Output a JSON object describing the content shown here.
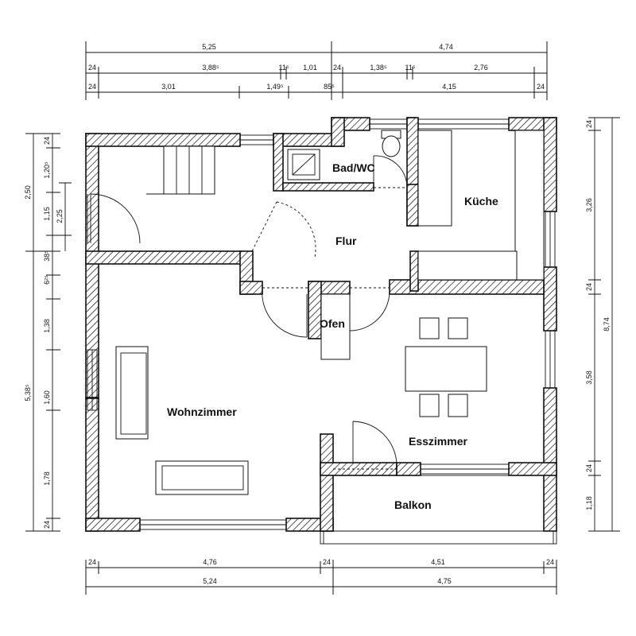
{
  "rooms": {
    "bad_wc": "Bad/WC",
    "kueche": "Küche",
    "flur": "Flur",
    "ofen": "Ofen",
    "wohnzimmer": "Wohnzimmer",
    "esszimmer": "Esszimmer",
    "balkon": "Balkon"
  },
  "top_dims": {
    "row1": [
      "5,25",
      "4,74"
    ],
    "row2": [
      "24",
      "3,88⁵",
      "11⁵",
      "1,01",
      "24",
      "1,38⁵",
      "11⁵",
      "2,76"
    ],
    "row3": [
      "24",
      "3,01",
      "1,49⁵",
      "85⁵",
      "4,15",
      "24"
    ]
  },
  "bottom_dims": {
    "row1": [
      "24",
      "4,76",
      "24",
      "4,51",
      "24"
    ],
    "row2": [
      "5,24",
      "4,75"
    ]
  },
  "left_dims": {
    "outer": [
      "2,50",
      "5,38⁵"
    ],
    "inner": [
      "24",
      "1,20⁵",
      "1,15",
      "38⁵",
      "6²⁵",
      "1,38",
      "1,60",
      "1,78",
      "24"
    ],
    "extra": [
      "2,25"
    ]
  },
  "right_dims": {
    "outer": [
      "8,74"
    ],
    "inner": [
      "24",
      "3,26",
      "24",
      "3,58",
      "24",
      "1,18"
    ]
  }
}
